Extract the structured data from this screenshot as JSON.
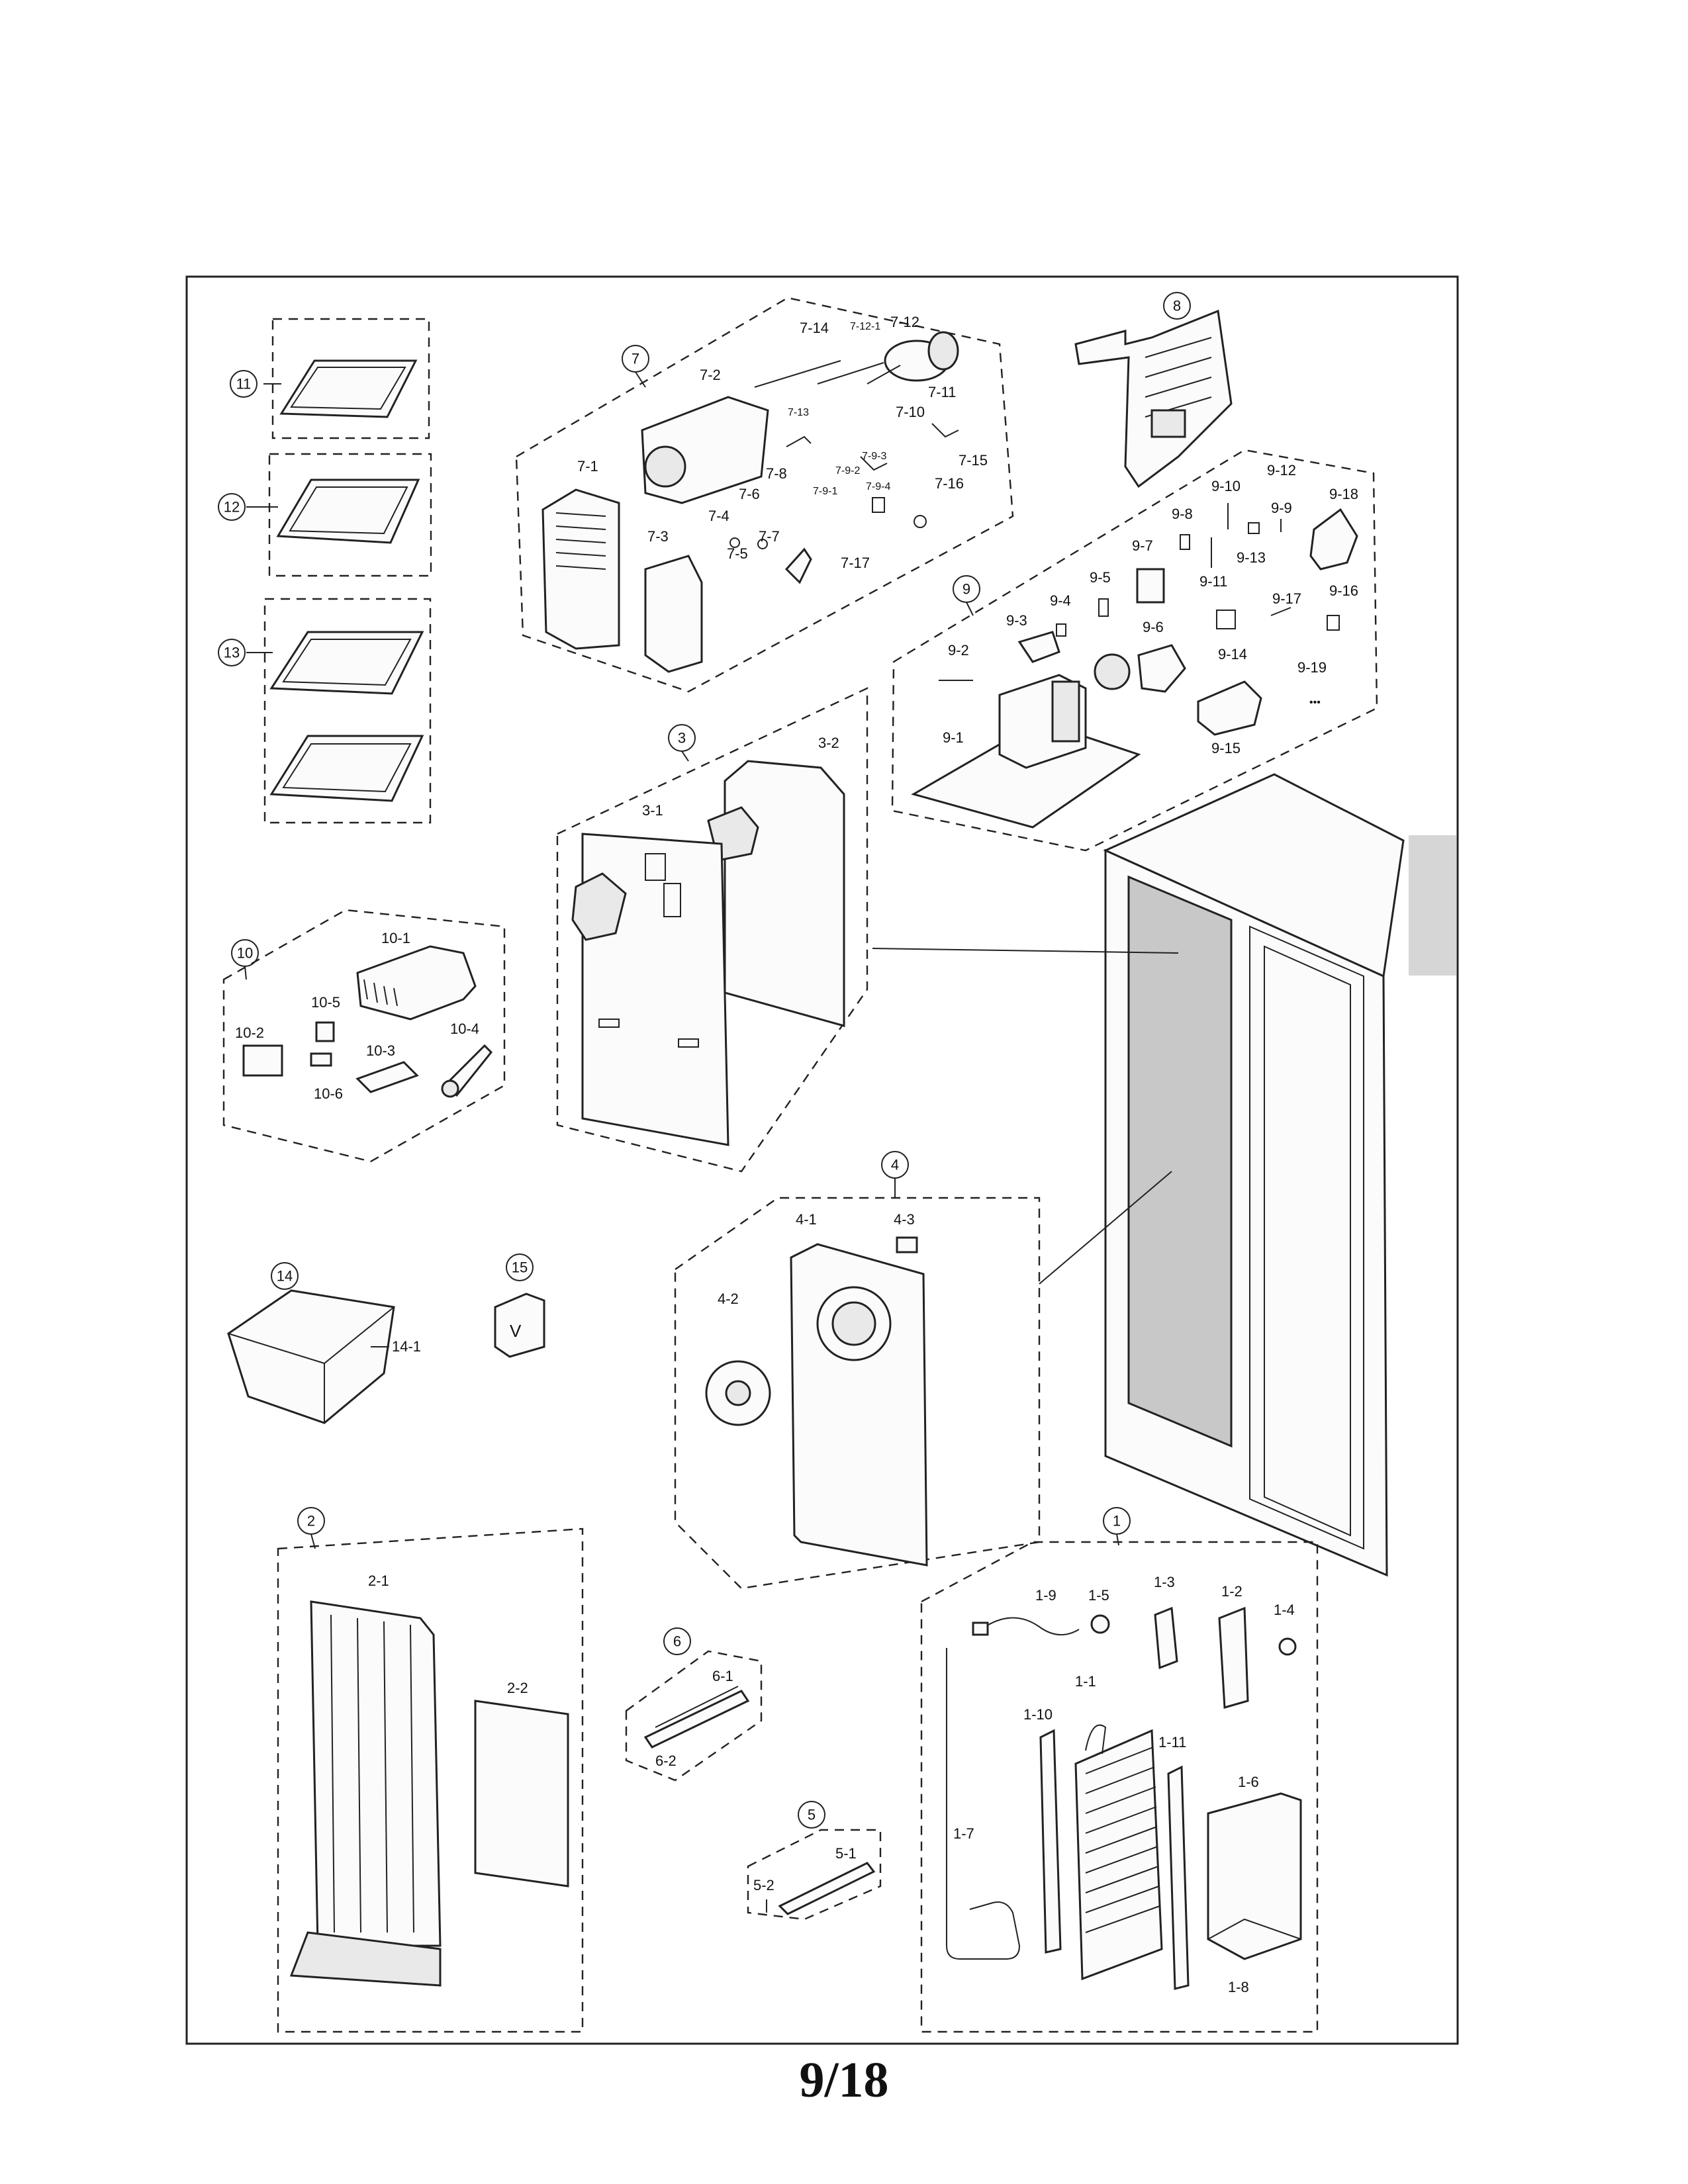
{
  "page_number": "9/18",
  "groups": [
    {
      "id": "1",
      "parts": [
        "1-1",
        "1-2",
        "1-3",
        "1-4",
        "1-5",
        "1-6",
        "1-7",
        "1-8",
        "1-9",
        "1-10",
        "1-11"
      ]
    },
    {
      "id": "2",
      "parts": [
        "2-1",
        "2-2"
      ]
    },
    {
      "id": "3",
      "parts": [
        "3-1",
        "3-2"
      ]
    },
    {
      "id": "4",
      "parts": [
        "4-1",
        "4-2",
        "4-3"
      ]
    },
    {
      "id": "5",
      "parts": [
        "5-1",
        "5-2"
      ]
    },
    {
      "id": "6",
      "parts": [
        "6-1",
        "6-2"
      ]
    },
    {
      "id": "7",
      "parts": [
        "7-1",
        "7-2",
        "7-3",
        "7-4",
        "7-5",
        "7-6",
        "7-7",
        "7-8",
        "7-9-1",
        "7-9-2",
        "7-9-3",
        "7-9-4",
        "7-10",
        "7-11",
        "7-12",
        "7-12-1",
        "7-13",
        "7-14",
        "7-15",
        "7-16",
        "7-17"
      ]
    },
    {
      "id": "8",
      "parts": []
    },
    {
      "id": "9",
      "parts": [
        "9-1",
        "9-2",
        "9-3",
        "9-4",
        "9-5",
        "9-6",
        "9-7",
        "9-8",
        "9-9",
        "9-10",
        "9-11",
        "9-12",
        "9-13",
        "9-14",
        "9-15",
        "9-16",
        "9-17",
        "9-18",
        "9-19"
      ]
    },
    {
      "id": "10",
      "parts": [
        "10-1",
        "10-2",
        "10-3",
        "10-4",
        "10-5",
        "10-6"
      ]
    },
    {
      "id": "11",
      "parts": []
    },
    {
      "id": "12",
      "parts": []
    },
    {
      "id": "13",
      "parts": []
    },
    {
      "id": "14",
      "parts": [
        "14-1"
      ]
    },
    {
      "id": "15",
      "parts": []
    }
  ]
}
